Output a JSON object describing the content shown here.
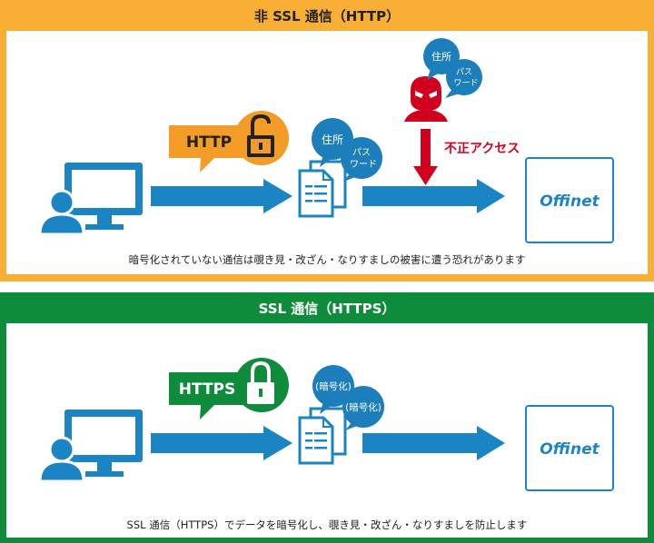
{
  "colors": {
    "http_frame": "#f9ae36",
    "https_frame": "#0f8c3b",
    "blue": "#1a85c2",
    "bubble_blue": "#1c7fbb",
    "attacker_red": "#d2001f",
    "label_orange": "#f39c27",
    "label_green": "#0f8c3b"
  },
  "http_panel": {
    "title": "非 SSL 通信（HTTP）",
    "protocol_label": "HTTP",
    "bubble_1": "住所",
    "bubble_2_line1": "パス",
    "bubble_2_line2": "ワード",
    "stolen_bubble_1": "住所",
    "stolen_bubble_2_line1": "パス",
    "stolen_bubble_2_line2": "ワード",
    "attack_label": "不正アクセス",
    "server_logo": "Offinet",
    "caption": "暗号化されていない通信は覗き見・改ざん・なりすましの被害に遭う恐れがあります"
  },
  "https_panel": {
    "title": "SSL 通信（HTTPS）",
    "protocol_label": "HTTPS",
    "bubble_1": "(暗号化)",
    "bubble_2": "(暗号化)",
    "server_logo": "Offinet",
    "caption": "SSL 通信（HTTPS）でデータを暗号化し、覗き見・改ざん・なりすましを防止します"
  }
}
